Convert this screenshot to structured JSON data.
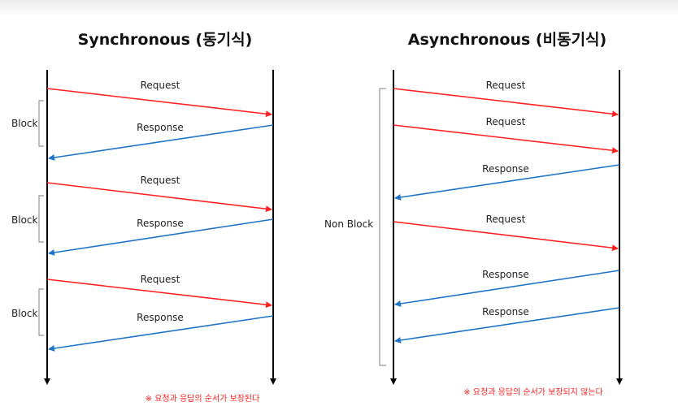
{
  "sync": {
    "title": "Synchronous (동기식)",
    "block_label": "Block",
    "request_label": "Request",
    "response_label": "Response",
    "note": "※ 요청과 응답의 순서가 보장된다"
  },
  "async": {
    "title": "Asynchronous (비동기식)",
    "non_block_label": "Non Block",
    "request_label": "Request",
    "response_label": "Response",
    "note": "※ 요청과 응답의 순서가 보장되지 않는다"
  },
  "colors": {
    "request": "#ff2020",
    "response": "#1f74c8",
    "note": "#ff2020",
    "timeline": "#000000",
    "bracket": "#7f7f7f"
  }
}
